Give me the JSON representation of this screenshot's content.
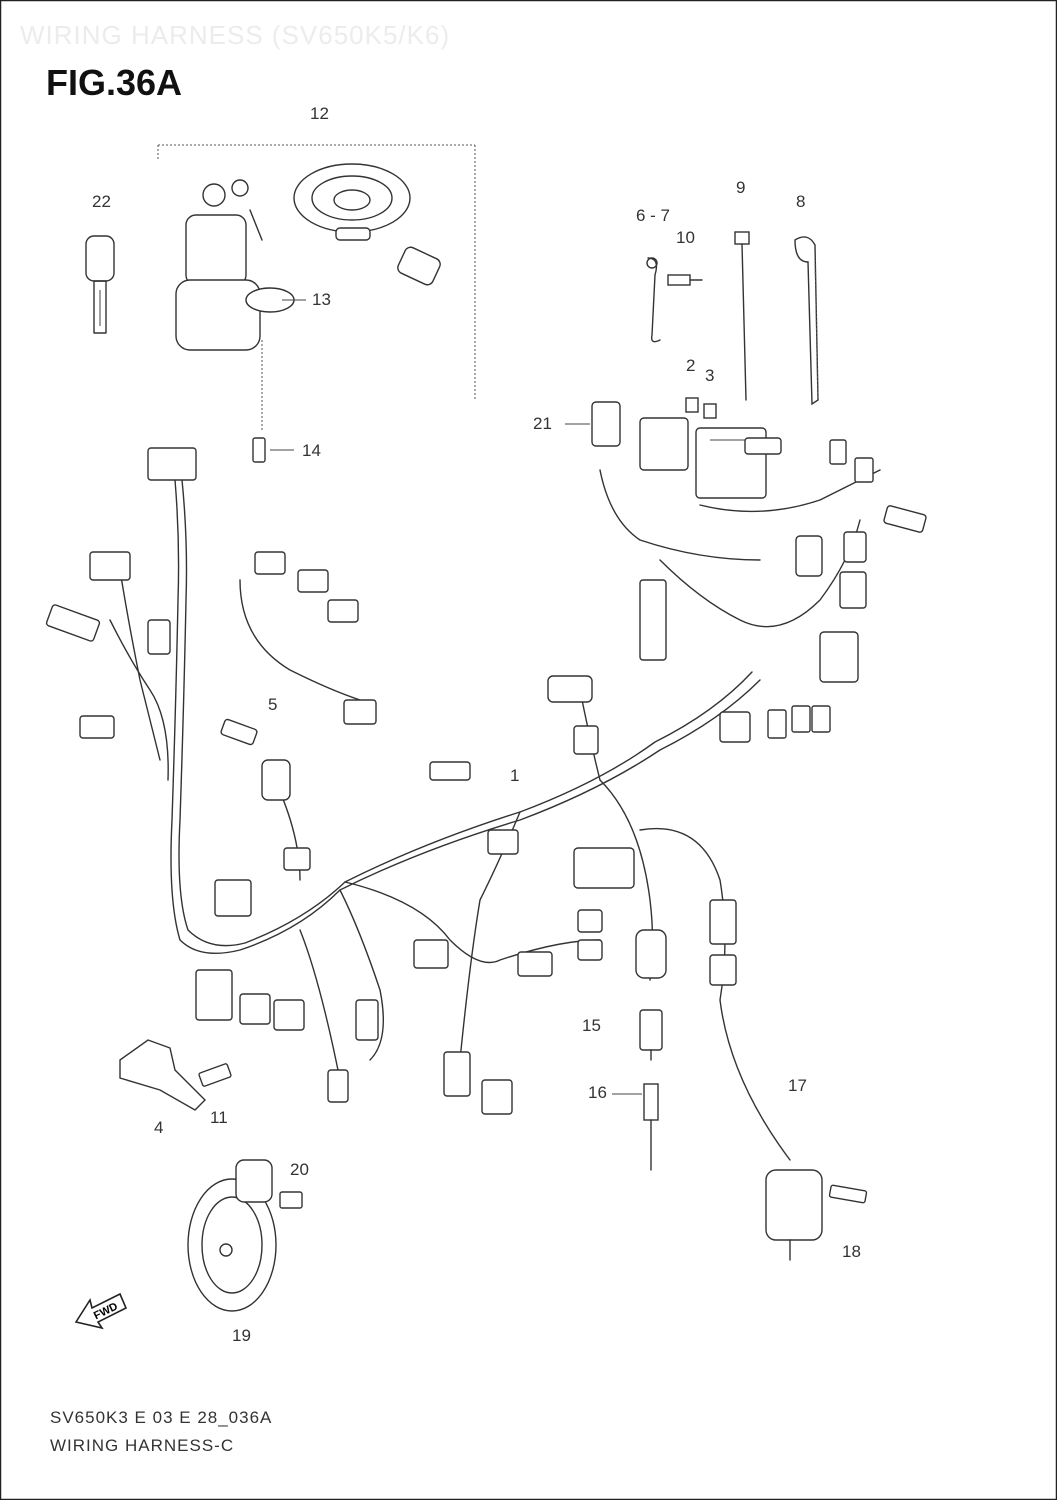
{
  "header": {
    "watermark": "WIRING HARNESS (SV650K5/K6)",
    "figure": "FIG.36A"
  },
  "callouts": {
    "c1": "1",
    "c2": "2",
    "c3": "3",
    "c4": "4",
    "c5": "5",
    "c67": "6 - 7",
    "c8": "8",
    "c9": "9",
    "c10": "10",
    "c11": "11",
    "c12": "12",
    "c13": "13",
    "c14": "14",
    "c15": "15",
    "c16": "16",
    "c17": "17",
    "c18": "18",
    "c19": "19",
    "c20": "20",
    "c21": "21",
    "c22": "22"
  },
  "fwd_label": "FWD",
  "footer": {
    "code": "SV650K3 E 03 E 28_036A",
    "title": "WIRING HARNESS-C"
  }
}
